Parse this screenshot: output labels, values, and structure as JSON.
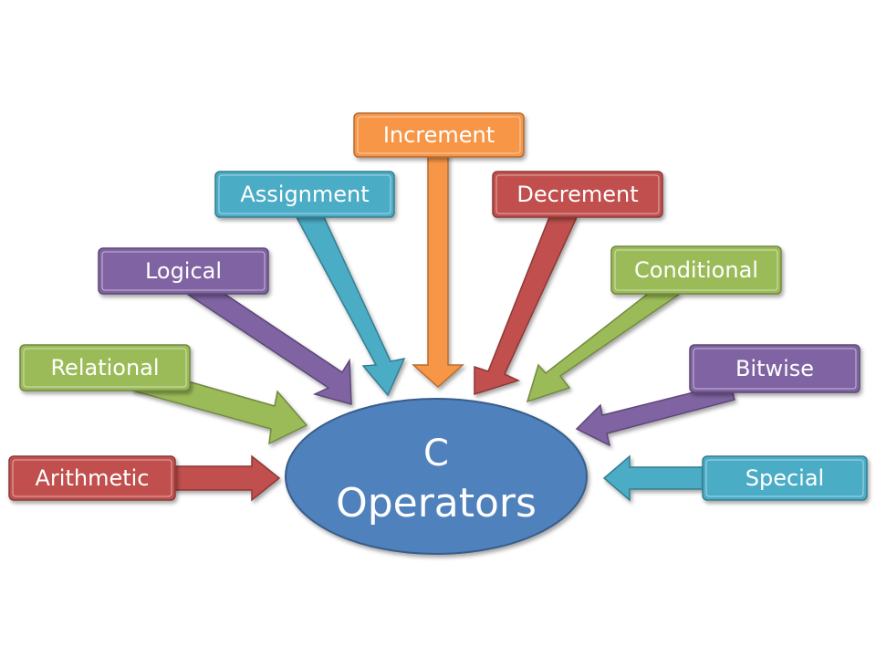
{
  "center": {
    "line1": "C",
    "line2": "Operators",
    "color": "#4F81BD"
  },
  "colors": {
    "red": "#C0504D",
    "green": "#9BBB59",
    "purple": "#8064A2",
    "aqua": "#4BACC6",
    "orange": "#F79646"
  },
  "operators": [
    {
      "id": "arithmetic",
      "label": "Arithmetic",
      "color": "#C0504D"
    },
    {
      "id": "relational",
      "label": "Relational",
      "color": "#9BBB59"
    },
    {
      "id": "logical",
      "label": "Logical",
      "color": "#8064A2"
    },
    {
      "id": "assignment",
      "label": "Assignment",
      "color": "#4BACC6"
    },
    {
      "id": "increment",
      "label": "Increment",
      "color": "#F79646"
    },
    {
      "id": "decrement",
      "label": "Decrement",
      "color": "#C0504D"
    },
    {
      "id": "conditional",
      "label": "Conditional",
      "color": "#9BBB59"
    },
    {
      "id": "bitwise",
      "label": "Bitwise",
      "color": "#8064A2"
    },
    {
      "id": "special",
      "label": "Special",
      "color": "#4BACC6"
    }
  ]
}
